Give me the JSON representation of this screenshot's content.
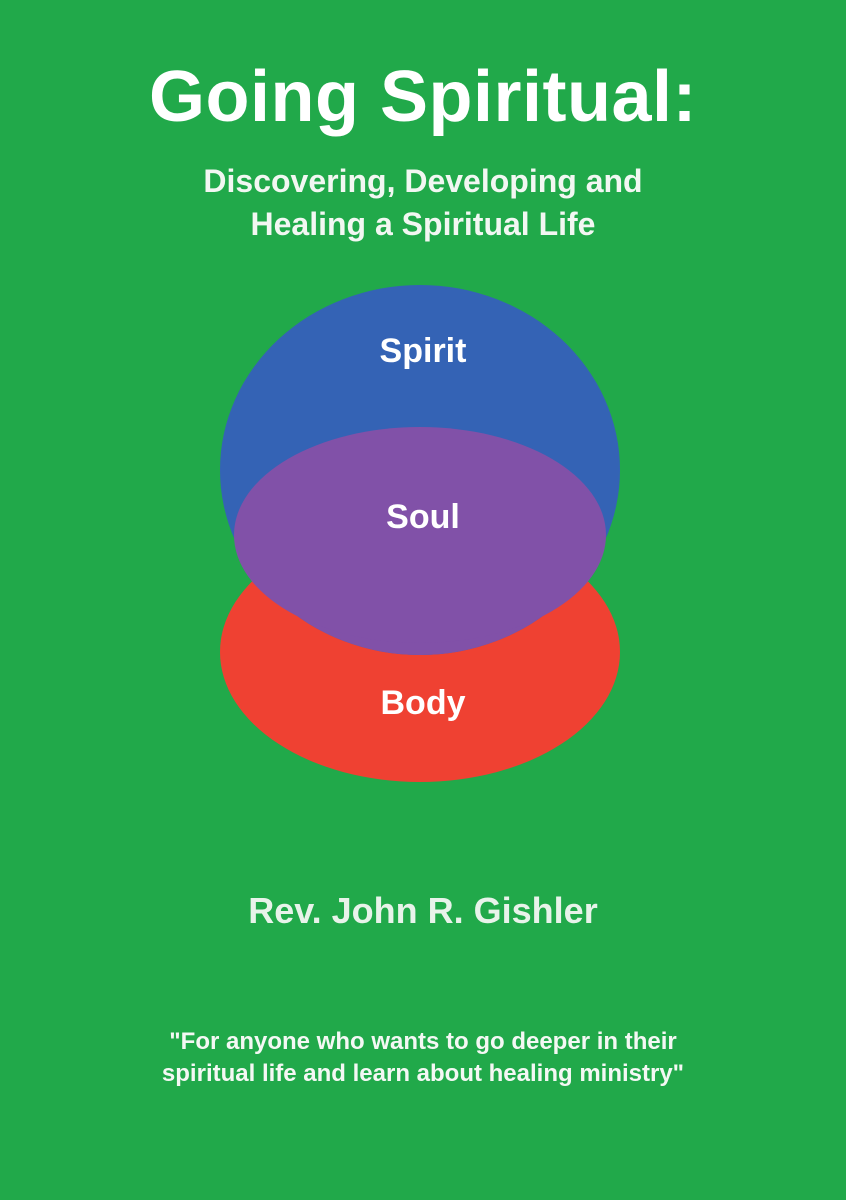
{
  "cover": {
    "title": "Going Spiritual:",
    "subtitle_line1": "Discovering, Developing and",
    "subtitle_line2": "Healing a Spiritual Life",
    "author": "Rev. John R. Gishler",
    "quote_line1": "\"For anyone who wants to go deeper in their",
    "quote_line2": "spiritual life and learn about healing ministry\""
  },
  "diagram": {
    "labels": {
      "top": "Spirit",
      "middle": "Soul",
      "bottom": "Body"
    },
    "colors": {
      "background": "#21a94a",
      "spirit": "#3463b5",
      "soul": "#8151a8",
      "body": "#ef4132",
      "text": "#ffffff"
    }
  }
}
